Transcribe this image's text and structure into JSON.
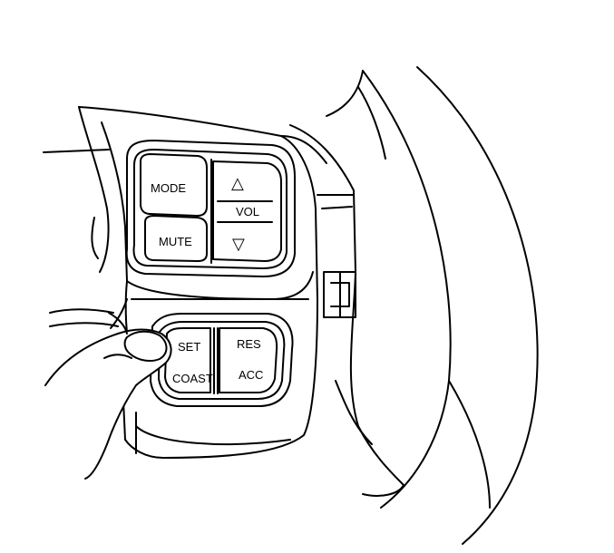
{
  "buttons": {
    "mode": "MODE",
    "mute": "MUTE",
    "vol_up_symbol": "△",
    "vol": "VOL",
    "vol_down_symbol": "▽",
    "set": "SET",
    "coast": "COAST",
    "res": "RES",
    "acc": "ACC"
  },
  "colors": {
    "line": "#000000",
    "background": "#ffffff"
  }
}
